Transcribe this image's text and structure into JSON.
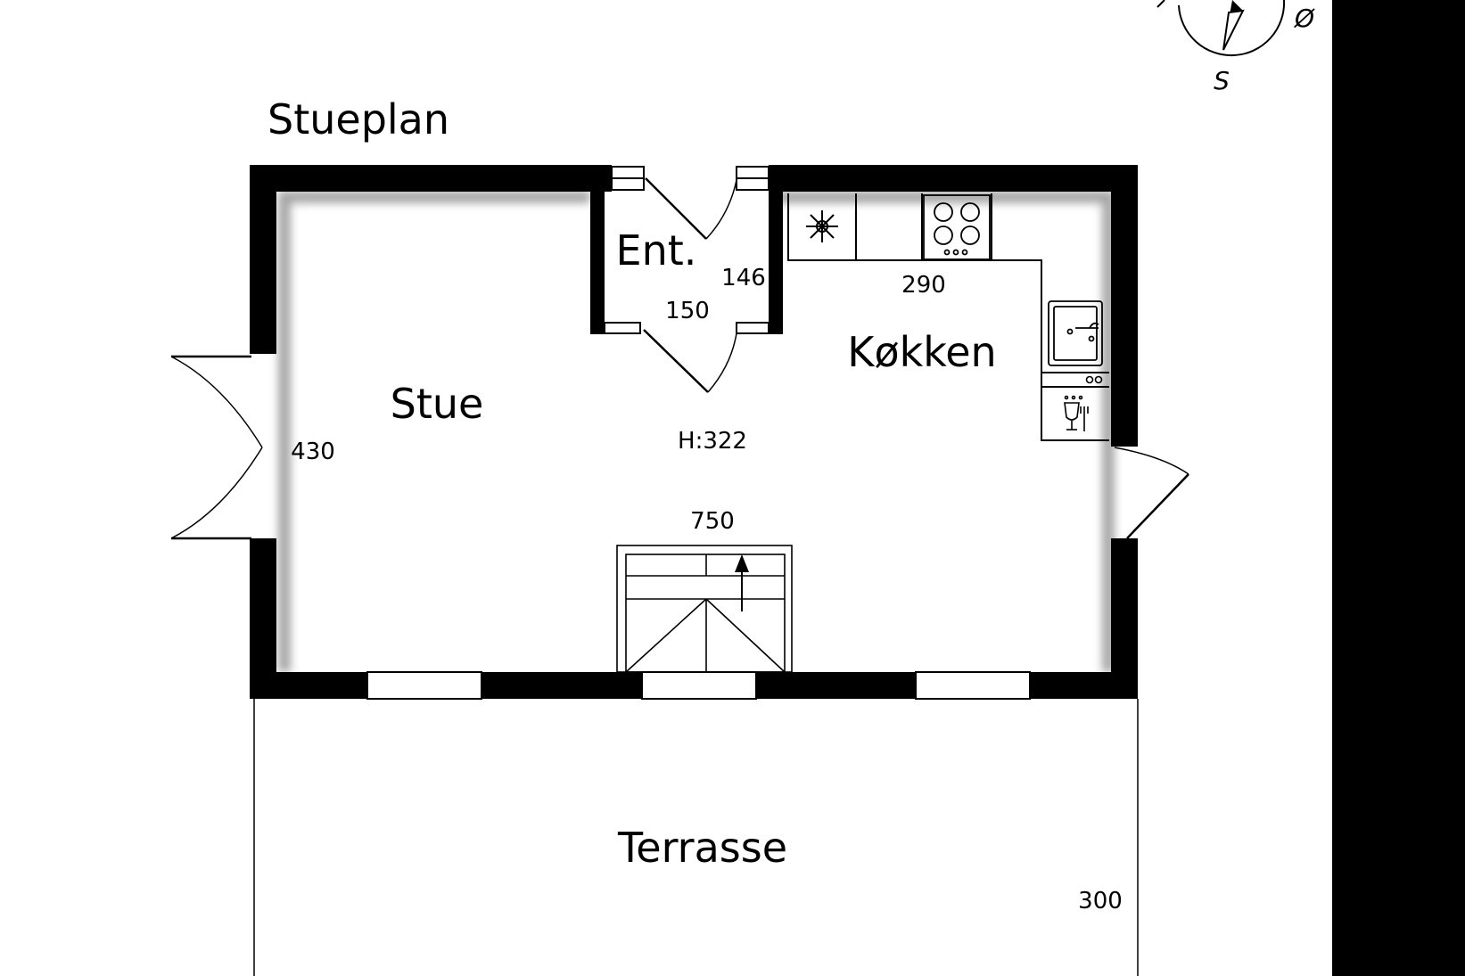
{
  "title": "Stueplan",
  "rooms": {
    "stue": "Stue",
    "entre": "Ent.",
    "kokken": "Køkken",
    "terrasse": "Terrasse"
  },
  "dimensions": {
    "stue_width": "430",
    "entre_width": "146",
    "entre_depth": "150",
    "kitchen_width": "290",
    "ceiling_height": "H:322",
    "total_length": "750",
    "terrace_depth": "300"
  },
  "compass": {
    "east": "Ø",
    "south": "S"
  },
  "icons": [
    "freezer-icon",
    "stove-icon",
    "sink-icon",
    "dishwasher-icon",
    "stair-arrow-icon",
    "compass-icon"
  ],
  "colors": {
    "wall": "#000000",
    "background": "#ffffff",
    "edge_strip": "#000000"
  }
}
